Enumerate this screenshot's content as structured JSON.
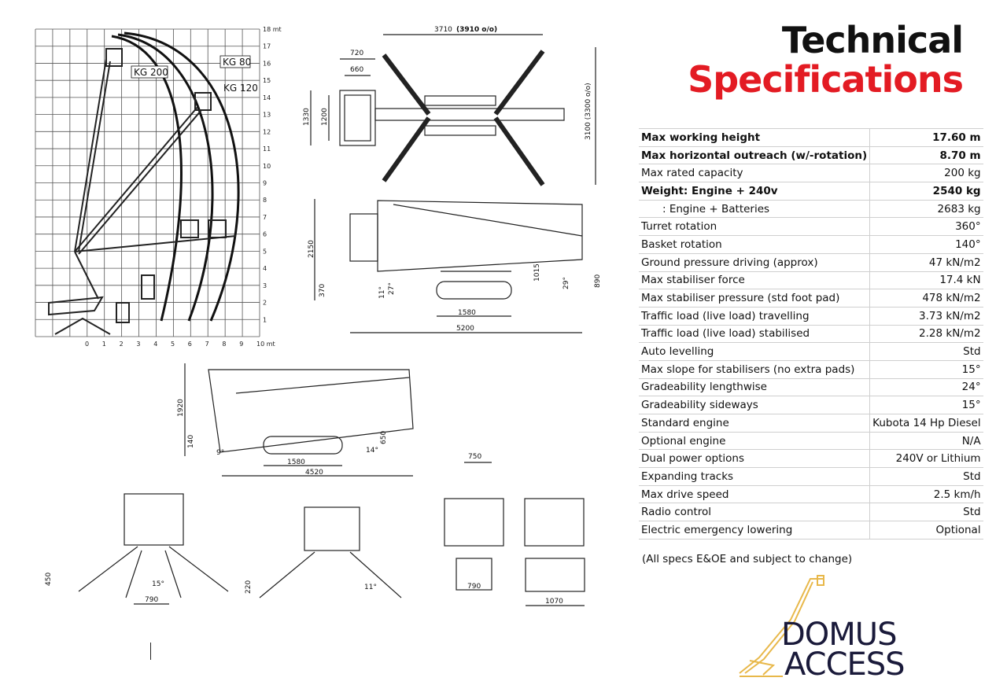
{
  "title": {
    "line1": "Technical",
    "line2": "Specifications"
  },
  "specs": [
    {
      "label": "Max working height",
      "value": "17.60 m",
      "bold": true
    },
    {
      "label": "Max horizontal outreach (w/-rotation)",
      "value": "8.70 m",
      "bold": true
    },
    {
      "label": "Max rated capacity",
      "value": "200 kg"
    },
    {
      "label": "Weight: Engine + 240v",
      "value": "2540 kg",
      "bold": true
    },
    {
      "label": ": Engine + Batteries",
      "value": "2683 kg",
      "indent": true
    },
    {
      "label": "Turret rotation",
      "value": "360°"
    },
    {
      "label": "Basket rotation",
      "value": "140°"
    },
    {
      "label": "Ground pressure driving (approx)",
      "value": "47 kN/m2"
    },
    {
      "label": "Max stabiliser force",
      "value": "17.4 kN"
    },
    {
      "label": "Max stabiliser pressure (std foot pad)",
      "value": "478 kN/m2"
    },
    {
      "label": "Traffic load (live load) travelling",
      "value": "3.73 kN/m2"
    },
    {
      "label": "Traffic load (live load) stabilised",
      "value": "2.28 kN/m2"
    },
    {
      "label": "Auto levelling",
      "value": "Std"
    },
    {
      "label": "Max slope for stabilisers (no extra pads)",
      "value": "15°"
    },
    {
      "label": "Gradeability lengthwise",
      "value": "24°"
    },
    {
      "label": "Gradeability sideways",
      "value": "15°"
    },
    {
      "label": "Standard engine",
      "value": "Kubota 14 Hp Diesel"
    },
    {
      "label": "Optional engine",
      "value": "N/A"
    },
    {
      "label": "Dual power options",
      "value": "240V or Lithium"
    },
    {
      "label": "Expanding tracks",
      "value": "Std"
    },
    {
      "label": "Max drive speed",
      "value": "2.5 km/h"
    },
    {
      "label": "Radio control",
      "value": "Std"
    },
    {
      "label": "Electric emergency lowering",
      "value": "Optional"
    }
  ],
  "footnote": "(All specs E&OE and subject to change)",
  "logo": {
    "line1": "DOMUS",
    "line2": "ACCESS",
    "color": "#e8b84a"
  },
  "diagram": {
    "y_ticks": [
      "1",
      "2",
      "3",
      "4",
      "5",
      "6",
      "7",
      "8",
      "9",
      "10",
      "11",
      "12",
      "13",
      "14",
      "15",
      "16",
      "17",
      "18 mt"
    ],
    "x_ticks": [
      "0",
      "1",
      "2",
      "3",
      "4",
      "5",
      "6",
      "7",
      "8",
      "9",
      "10 mt"
    ],
    "curves": [
      "KG 200",
      "KG 80",
      "KG 120"
    ],
    "top_view": {
      "width": "3710",
      "width_bold": "(3910 o/o)",
      "basket_outer": "720",
      "basket_inner": "660",
      "h_outer": "1330",
      "h_inner": "1200",
      "stab": "3100 (3300 o/o)"
    },
    "side_view": {
      "height": "2150",
      "ground": "370",
      "track": "1580",
      "length": "5200",
      "a1": "11°",
      "a2": "27°",
      "d1": "1015",
      "a3": "29°",
      "d2": "890"
    },
    "side_view2": {
      "height": "1920",
      "ground": "140",
      "a1": "9°",
      "track": "1580",
      "length": "4520",
      "d1": "650",
      "a2": "14°"
    },
    "front_views": {
      "w1": "450",
      "a1": "15°",
      "d1": "790",
      "w2": "220",
      "a2": "11°",
      "top": "750",
      "base": "790",
      "wide": "1070"
    }
  }
}
